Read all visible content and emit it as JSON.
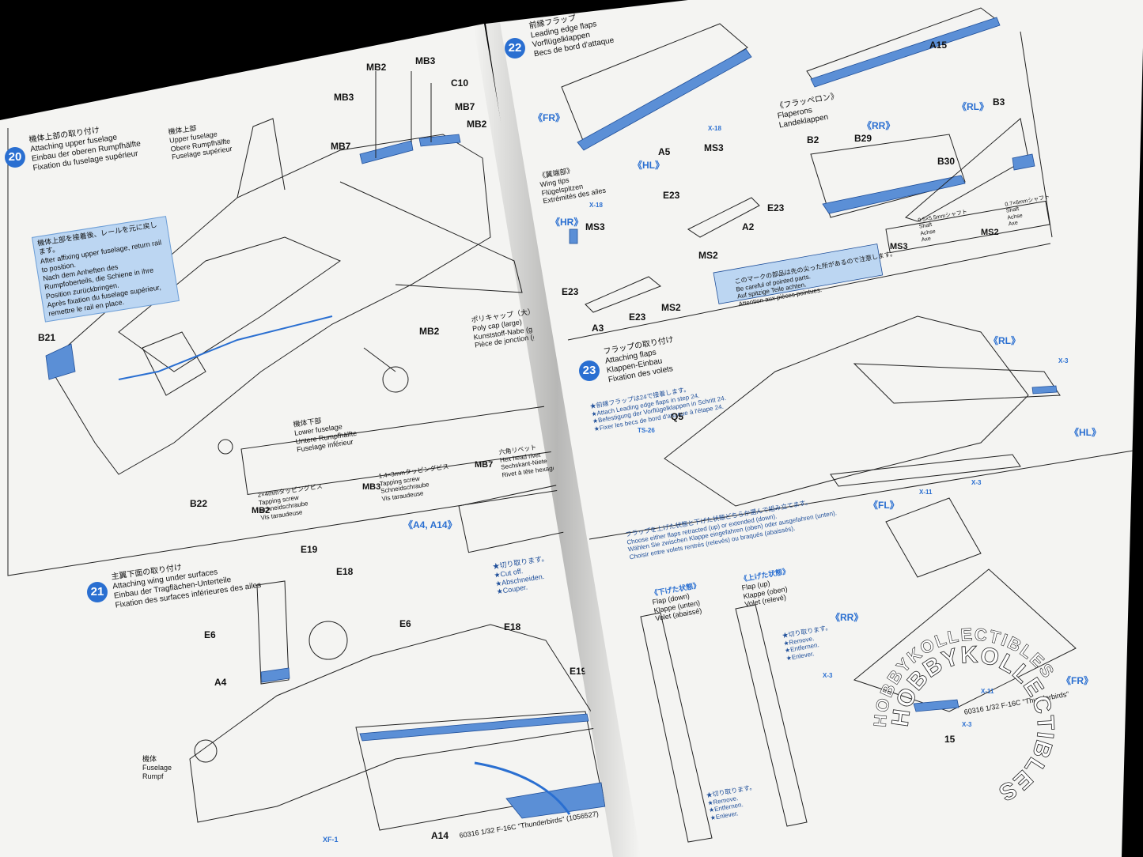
{
  "step20": {
    "number": "20",
    "title_jp": "機体上部の取り付け",
    "title_en": "Attaching upper fuselage",
    "title_de": "Einbau der oberen Rumpfhälfte",
    "title_fr": "Fixation du fuselage supérieur",
    "upper_jp": "機体上部",
    "upper_en": "Upper fuselage",
    "upper_de": "Obere Rumpfhälfte",
    "upper_fr": "Fuselage supérieur",
    "note_jp": "機体上部を接着後、レールを元に戻します。",
    "note_en": "After affixing upper fuselage, return rail to position.",
    "note_de": "Nach dem Anheften des Rumpfoberteils, die Schiene in ihre Position zurückbringen.",
    "note_fr": "Après fixation du fuselage supérieur, remettre le rail en place.",
    "lower_jp": "機体下部",
    "lower_en": "Lower fuselage",
    "lower_de": "Untere Rumpfhälfte",
    "lower_fr": "Fuselage inférieur",
    "polycap_jp": "ポリキャップ（大）",
    "polycap_en": "Poly cap (large)",
    "polycap_de": "Kunststoff-Nabe (groß)",
    "polycap_fr": "Pièce de jonction (grande)",
    "parts": {
      "mb2a": "MB2",
      "mb3a": "MB3",
      "c10": "C10",
      "mb3b": "MB3",
      "mb7a": "MB7",
      "mb2b": "MB2",
      "mb7b": "MB7",
      "mb2c": "MB2",
      "b21": "B21",
      "b22": "B22"
    },
    "hardware": {
      "mb2_size": "2×4mmタッピングビス",
      "mb2_en": "Tapping screw",
      "mb2_de": "Schneidschraube",
      "mb2_fr": "Vis taraudeuse",
      "mb2_code": "MB2",
      "mb3_size": "1.4×3mmタッピングビス",
      "mb3_en": "Tapping screw",
      "mb3_de": "Schneidschraube",
      "mb3_fr": "Vis taraudeuse",
      "mb3_code": "MB3",
      "mb7_jp": "六角リベット",
      "mb7_en": "Hex head rivet",
      "mb7_de": "Sechskant-Niete",
      "mb7_fr": "Rivet à tête hexagonale",
      "mb7_code": "MB7"
    }
  },
  "step21": {
    "number": "21",
    "title_jp": "主翼下面の取り付け",
    "title_en": "Attaching wing under surfaces",
    "title_de": "Einbau der Tragflächen-Unterteile",
    "title_fr": "Fixation des surfaces inférieures des ailes",
    "variant": "《A4, A14》",
    "cut_jp": "★切り取ります。",
    "cut_en": "★Cut off.",
    "cut_de": "★Abschneiden.",
    "cut_fr": "★Couper.",
    "fuselage_jp": "機体",
    "fuselage_en": "Fuselage",
    "fuselage_de": "Rumpf",
    "parts": {
      "e19a": "E19",
      "e18a": "E18",
      "e6a": "E6",
      "a4": "A4",
      "e6b": "E6",
      "e18b": "E18",
      "e19b": "E19",
      "a14": "A14",
      "xf1": "XF-1"
    }
  },
  "step22": {
    "number": "22",
    "title_jp": "前縁フラップ",
    "title_en": "Leading edge flaps",
    "title_de": "Vorflügelklappen",
    "title_fr": "Becs de bord d'attaque",
    "fr": "《FR》",
    "a5": "A5",
    "a15": "A15",
    "flaperon_jp": "《フラッペロン》",
    "flaperon_en": "Flaperons",
    "flaperon_de": "Landeklappen",
    "rl": "《RL》",
    "rr": "《RR》",
    "b3": "B3",
    "b2": "B2",
    "b29": "B29",
    "b30": "B30",
    "hl": "《HL》",
    "x18a": "X-18",
    "ms3a": "MS3",
    "e23a": "E23",
    "e23b": "E23",
    "a2": "A2",
    "ms2a": "MS2",
    "wingtip_jp": "《翼端部》",
    "wingtip_en": "Wing tips",
    "wingtip_de": "Flügelspitzen",
    "wingtip_fr": "Extrémités des ailes",
    "hr": "《HR》",
    "x18b": "X-18",
    "ms3b": "MS3",
    "e23c": "E23",
    "e23d": "E23",
    "a3": "A3",
    "ms2b": "MS2",
    "shaft_ms3_size": "0.5×5.5mmシャフト",
    "shaft_ms3_en": "Shaft",
    "shaft_ms3_de": "Achse",
    "shaft_ms3_fr": "Axe",
    "shaft_ms3_code": "MS3",
    "shaft_ms2_size": "0.7×6mmシャフト",
    "shaft_ms2_en": "Shaft",
    "shaft_ms2_de": "Achse",
    "shaft_ms2_fr": "Axe",
    "shaft_ms2_code": "MS2",
    "warn_jp": "このマークの部品は先の尖った所があるので注意します。",
    "warn_en": "Be careful of pointed parts.",
    "warn_de": "Auf spitzige Teile achten.",
    "warn_fr": "Attention aux pièces pointues."
  },
  "step23": {
    "number": "23",
    "title_jp": "フラップの取り付け",
    "title_en": "Attaching flaps",
    "title_de": "Klappen-Einbau",
    "title_fr": "Fixation des volets",
    "note_jp": "★前縁フラップは24で接着します。",
    "note_en": "★Attach Leading edge flaps in step 24.",
    "note_de": "★Befestigung der Vorflügelklappen in Schritt 24.",
    "note_fr": "★Fixer les becs de bord d'attaque à l'étape 24.",
    "rl": "《RL》",
    "x3a": "X-3",
    "hl": "《HL》",
    "q5": "Q5",
    "ts26": "TS-26",
    "x11a": "X-11",
    "x3b": "X-3",
    "fl": "《FL》",
    "choose_jp": "フラップを上げた状態と下げた状態どちらか選んで組み立てます。",
    "choose_en": "Choose either flaps retracted (up) or extended (down).",
    "choose_de": "Wählen Sie zwischen Klappe eingefahren (oben) oder ausgefahren (unten).",
    "choose_fr": "Choisir entre volets rentrés (relevés) ou braqués (abaissés).",
    "down_jp": "《下げた状態》",
    "down_en": "Flap (down)",
    "down_de": "Klappe (unten)",
    "down_fr": "Volet (abaissé)",
    "up_jp": "《上げた状態》",
    "up_en": "Flap (up)",
    "up_de": "Klappe (oben)",
    "up_fr": "Volet (relevé)",
    "remove_jp": "★切り取ります。",
    "remove_en": "★Remove.",
    "remove_de": "★Entfernen.",
    "remove_fr": "★Enlever.",
    "remove2_jp": "★切り取ります。",
    "remove2_en": "★Remove.",
    "remove2_de": "★Entfernen.",
    "remove2_fr": "★Enlever.",
    "rr": "《RR》",
    "fr": "《FR》",
    "x3c": "X-3",
    "x11b": "X-11",
    "x3d": "X-3"
  },
  "footer_left": "60316  1/32 F-16C \"Thunderbirds\" (1056527)",
  "footer_right": "60316  1/32 F-16C \"Thunderbirds\"",
  "page_number": "15",
  "watermark": {
    "text": "HOBBYKOLLECTIBLES",
    "color": "#ffffff"
  },
  "colors": {
    "accent": "#2a6fd1",
    "paper": "#f4f4f2",
    "background": "#000000"
  }
}
